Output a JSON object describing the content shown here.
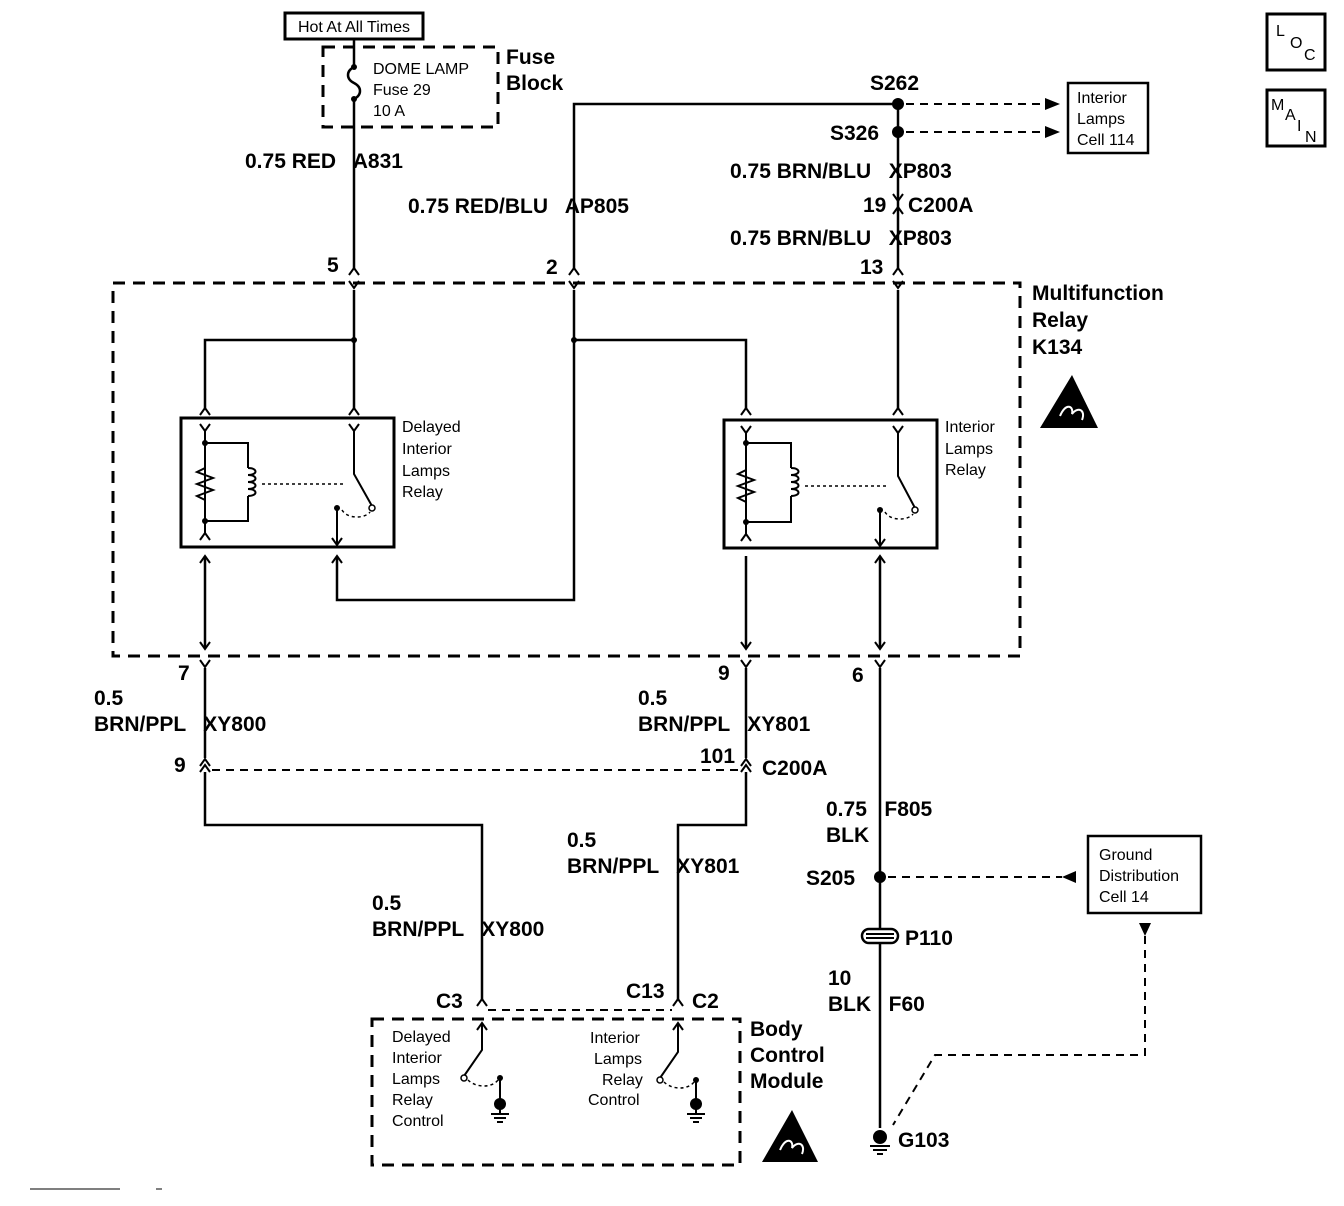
{
  "power": {
    "hot_label": "Hot At All Times"
  },
  "fuse_block": {
    "title_line1": "Fuse",
    "title_line2": "Block",
    "fuse_line1": "DOME LAMP",
    "fuse_line2": "Fuse 29",
    "fuse_line3": "10 A"
  },
  "nav": {
    "loc": [
      "L",
      "O",
      "C"
    ],
    "main": [
      "M",
      "A",
      "I",
      "N"
    ]
  },
  "splices": {
    "s262": "S262",
    "s326": "S326",
    "s205": "S205"
  },
  "references": {
    "interior_lamps": [
      "Interior",
      "Lamps",
      "Cell 114"
    ],
    "ground_distribution": [
      "Ground",
      "Distribution",
      "Cell 14"
    ]
  },
  "wires": {
    "a831": "0.75 RED   A831",
    "ap805": "0.75 RED/BLU   AP805",
    "xp803_top": "0.75 BRN/BLU   XP803",
    "xp803_bottom": "0.75 BRN/BLU   XP803",
    "xy800_left_gauge": "0.5",
    "xy800_left": "BRN/PPL   XY800",
    "xy801_mid_gauge": "0.5",
    "xy801_mid": "BRN/PPL   XY801",
    "xy801_low_gauge": "0.5",
    "xy801_low": "BRN/PPL   XY801",
    "xy800_low_gauge": "0.5",
    "xy800_low": "BRN/PPL   XY800",
    "f805_line1": "0.75   F805",
    "f805_line2": "BLK",
    "f60_line1": "10",
    "f60_line2": "BLK   F60"
  },
  "connectors": {
    "c200a_top_pin": "19",
    "c200a_top": "C200A",
    "c200a_bottom_pin9": "9",
    "c200a_bottom_pin101": "101",
    "c200a_bottom": "C200A",
    "p110": "P110",
    "g103": "G103",
    "bcm_c3": "C3",
    "bcm_c13": "C13",
    "bcm_c2": "C2"
  },
  "pins": {
    "p5": "5",
    "p2": "2",
    "p13": "13",
    "p7": "7",
    "p9": "9",
    "p6": "6"
  },
  "relay_module": {
    "title": [
      "Multifunction",
      "Relay",
      "K134"
    ]
  },
  "relays": {
    "delayed": [
      "Delayed",
      "Interior",
      "Lamps",
      "Relay"
    ],
    "interior": [
      "Interior",
      "Lamps",
      "Relay"
    ]
  },
  "bcm": {
    "title": [
      "Body",
      "Control",
      "Module"
    ],
    "delayed_control": [
      "Delayed",
      "Interior",
      "Lamps",
      "Relay",
      "Control"
    ],
    "interior_control": [
      "Interior",
      "Lamps",
      "Relay",
      "Control"
    ]
  }
}
